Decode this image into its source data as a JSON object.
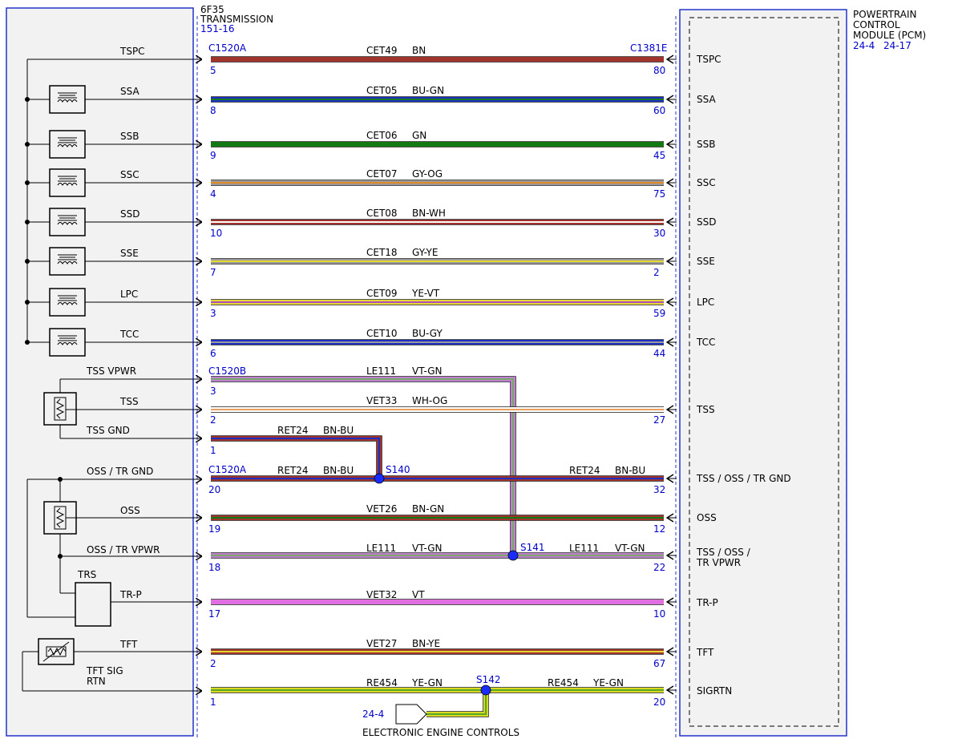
{
  "transmission": {
    "name_line1": "6F35",
    "name_line2": "TRANSMISSION",
    "ref": "151-16"
  },
  "pcm": {
    "name_line1": "POWERTRAIN",
    "name_line2": "CONTROL",
    "name_line3": "MODULE (PCM)",
    "ref1": "24-4",
    "ref2": "24-17"
  },
  "connectors": {
    "c1520a_top": "C1520A",
    "c1381e": "C1381E",
    "c1520b": "C1520B",
    "c1520a_mid": "C1520A"
  },
  "circuits": [
    {
      "id": "tspc",
      "left_label": "TSPC",
      "code": "CET49",
      "color": "BN",
      "left_pin": "5",
      "right_pin": "80",
      "pcm_label": "TSPC",
      "component": "none",
      "wire_main": "#a0342c",
      "wire_stripe": "#a0342c"
    },
    {
      "id": "ssa",
      "left_label": "SSA",
      "code": "CET05",
      "color": "BU-GN",
      "left_pin": "8",
      "right_pin": "60",
      "pcm_label": "SSA",
      "component": "solenoid",
      "wire_main": "#1b2fc4",
      "wire_stripe": "#1b7a1b"
    },
    {
      "id": "ssb",
      "left_label": "SSB",
      "code": "CET06",
      "color": "GN",
      "left_pin": "9",
      "right_pin": "45",
      "pcm_label": "SSB",
      "component": "solenoid",
      "wire_main": "#137a13",
      "wire_stripe": "#137a13"
    },
    {
      "id": "ssc",
      "left_label": "SSC",
      "code": "CET07",
      "color": "GY-OG",
      "left_pin": "4",
      "right_pin": "75",
      "pcm_label": "SSC",
      "component": "solenoid",
      "wire_main": "#9a9a9a",
      "wire_stripe": "#e08a2a"
    },
    {
      "id": "ssd",
      "left_label": "SSD",
      "code": "CET08",
      "color": "BN-WH",
      "left_pin": "10",
      "right_pin": "30",
      "pcm_label": "SSD",
      "component": "solenoid",
      "wire_main": "#a0342c",
      "wire_stripe": "#ffffff"
    },
    {
      "id": "sse",
      "left_label": "SSE",
      "code": "CET18",
      "color": "GY-YE",
      "left_pin": "7",
      "right_pin": "2",
      "pcm_label": "SSE",
      "component": "solenoid",
      "wire_main": "#9a9a9a",
      "wire_stripe": "#e6d830"
    },
    {
      "id": "lpc",
      "left_label": "LPC",
      "code": "CET09",
      "color": "YE-VT",
      "left_pin": "3",
      "right_pin": "59",
      "pcm_label": "LPC",
      "component": "solenoid",
      "wire_main": "#e6d830",
      "wire_stripe": "#b050c0"
    },
    {
      "id": "tcc",
      "left_label": "TCC",
      "code": "CET10",
      "color": "BU-GY",
      "left_pin": "6",
      "right_pin": "44",
      "pcm_label": "TCC",
      "component": "solenoid",
      "wire_main": "#1b2fc4",
      "wire_stripe": "#9a9a9a"
    }
  ],
  "lower": {
    "tss_vpwr": {
      "left_label": "TSS VPWR",
      "code": "LE111",
      "color": "VT-GN",
      "left_pin": "3"
    },
    "tss": {
      "left_label": "TSS",
      "code": "VET33",
      "color": "WH-OG",
      "left_pin": "2",
      "right_pin": "27",
      "pcm_label": "TSS"
    },
    "tss_gnd": {
      "left_label": "TSS GND",
      "code": "RET24",
      "color": "BN-BU",
      "left_pin": "1"
    },
    "oss_gnd": {
      "left_label": "OSS / TR GND",
      "code": "RET24",
      "color": "BN-BU",
      "left_pin": "20",
      "right_code": "RET24",
      "right_color": "BN-BU",
      "right_pin": "32",
      "pcm_label": "TSS / OSS / TR GND"
    },
    "oss": {
      "left_label": "OSS",
      "code": "VET26",
      "color": "BN-GN",
      "left_pin": "19",
      "right_pin": "12",
      "pcm_label": "OSS"
    },
    "oss_vpwr": {
      "left_label": "OSS / TR VPWR",
      "code": "LE111",
      "color": "VT-GN",
      "left_pin": "18",
      "right_code": "LE111",
      "right_color": "VT-GN",
      "right_pin": "22",
      "pcm_label_line1": "TSS / OSS /",
      "pcm_label_line2": "TR VPWR"
    },
    "trp": {
      "component_label": "TRS",
      "left_label": "TR-P",
      "code": "VET32",
      "color": "VT",
      "left_pin": "17",
      "right_pin": "10",
      "pcm_label": "TR-P"
    },
    "tft": {
      "left_label": "TFT",
      "code": "VET27",
      "color": "BN-YE",
      "left_pin": "2",
      "right_pin": "67",
      "pcm_label": "TFT"
    },
    "sigrtn": {
      "left_label_line1": "TFT SIG",
      "left_label_line2": "RTN",
      "code": "RE454",
      "color": "YE-GN",
      "left_pin": "1",
      "right_code": "RE454",
      "right_color": "YE-GN",
      "right_pin": "20",
      "pcm_label": "SIGRTN"
    }
  },
  "splices": {
    "s140": "S140",
    "s141": "S141",
    "s142": "S142"
  },
  "eec": {
    "ref": "24-4",
    "label": "ELECTRONIC ENGINE CONTROLS"
  }
}
